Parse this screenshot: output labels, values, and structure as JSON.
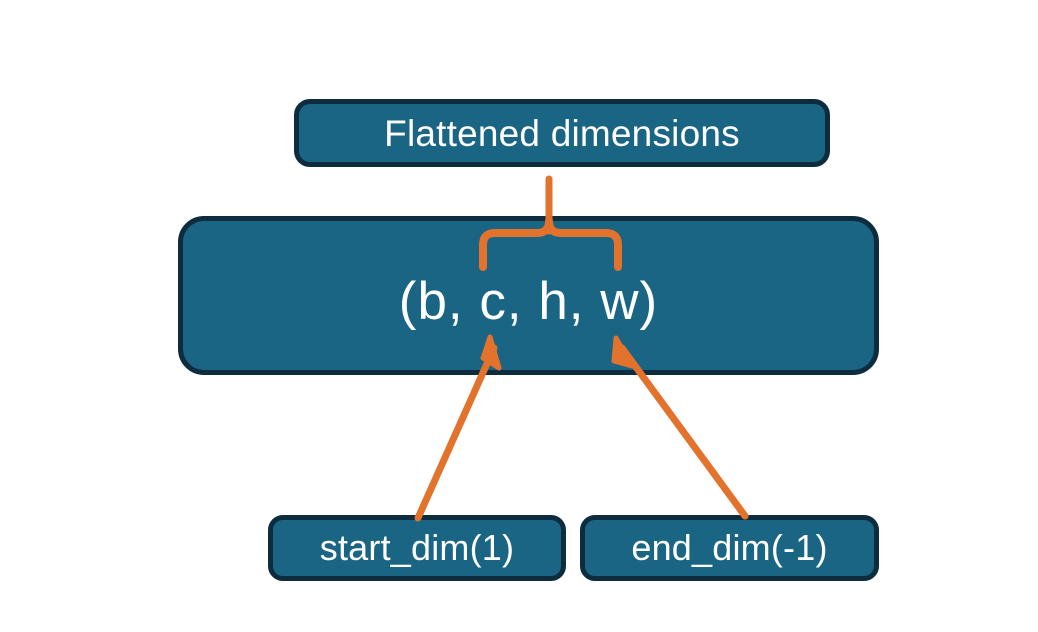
{
  "diagram": {
    "title_text": "Flattened dimensions",
    "background_color": "#FFFFFF",
    "nodes": [
      {
        "id": "flattened-dimensions",
        "label": "Flattened dimensions",
        "fill": "#1A6484",
        "border": "#0D2C3E",
        "text_color": "#FFFFFF"
      },
      {
        "id": "tensor-shape",
        "label": "(b, c, h, w)",
        "fill": "#1A6484",
        "border": "#0D2C3E",
        "text_color": "#FFFFFF"
      },
      {
        "id": "start-dim",
        "label": "start_dim(1)",
        "fill": "#1A6484",
        "border": "#0D2C3E",
        "text_color": "#FFFFFF"
      },
      {
        "id": "end-dim",
        "label": "end_dim(-1)",
        "fill": "#1A6484",
        "border": "#0D2C3E",
        "text_color": "#FFFFFF"
      }
    ],
    "connectors": [
      {
        "id": "brace-to-flattened",
        "kind": "curly-brace",
        "color": "#E2722C",
        "from": "tensor-shape",
        "to": "flattened-dimensions"
      },
      {
        "id": "start-dim-arrow",
        "kind": "arrow",
        "color": "#E2722C",
        "from": "start-dim",
        "to": "tensor-shape"
      },
      {
        "id": "end-dim-arrow",
        "kind": "arrow",
        "color": "#E2722C",
        "from": "end-dim",
        "to": "tensor-shape"
      }
    ],
    "accent_color": "#E2722C",
    "node_fill_color": "#1A6484",
    "node_border_color": "#0D2C3E"
  }
}
